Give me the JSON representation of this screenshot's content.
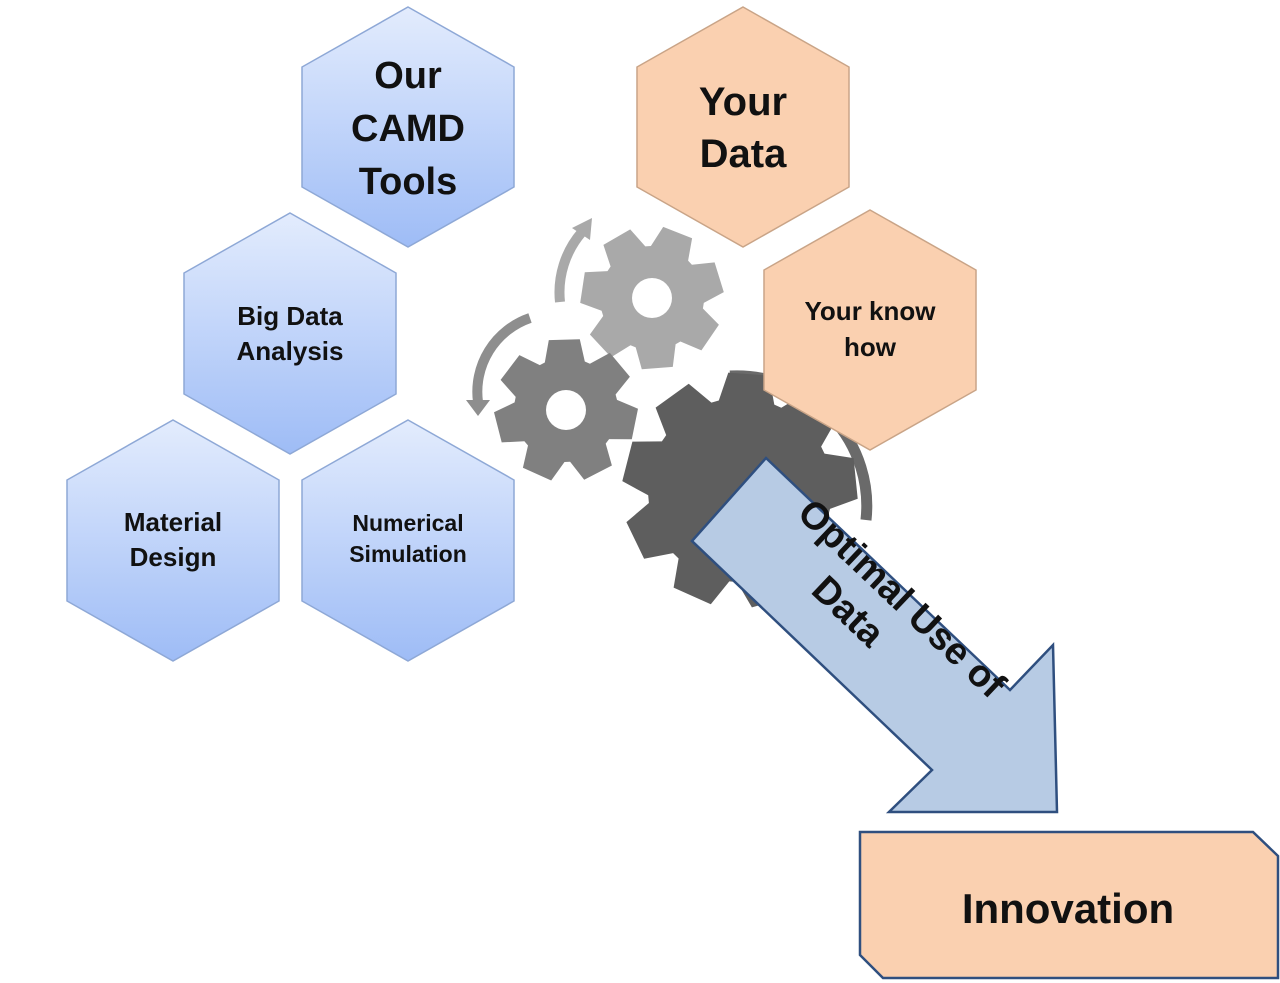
{
  "tools": {
    "camd_line1": "Our",
    "camd_line2": "CAMD",
    "camd_line3": "Tools",
    "bigdata_line1": "Big Data",
    "bigdata_line2": "Analysis",
    "material_line1": "Material",
    "material_line2": "Design",
    "numerical_line1": "Numerical",
    "numerical_line2": "Simulation"
  },
  "client": {
    "data_line1": "Your",
    "data_line2": "Data",
    "knowhow_line1": "Your know",
    "knowhow_line2": "how"
  },
  "arrow": {
    "line1": "Optimal Use of",
    "line2": "Data"
  },
  "result": {
    "label": "Innovation"
  },
  "colors": {
    "blue_top": "#e3ecfd",
    "blue_bottom": "#9ebcf6",
    "blue_stroke": "#8ea8d6",
    "orange_fill": "#fad0b0",
    "orange_stroke": "#c9a487",
    "arrow_fill": "#b7cbe4",
    "arrow_stroke": "#2f4f7f",
    "gear_light": "#a9a9a9",
    "gear_mid": "#808080",
    "gear_dark": "#5e5e5e"
  }
}
